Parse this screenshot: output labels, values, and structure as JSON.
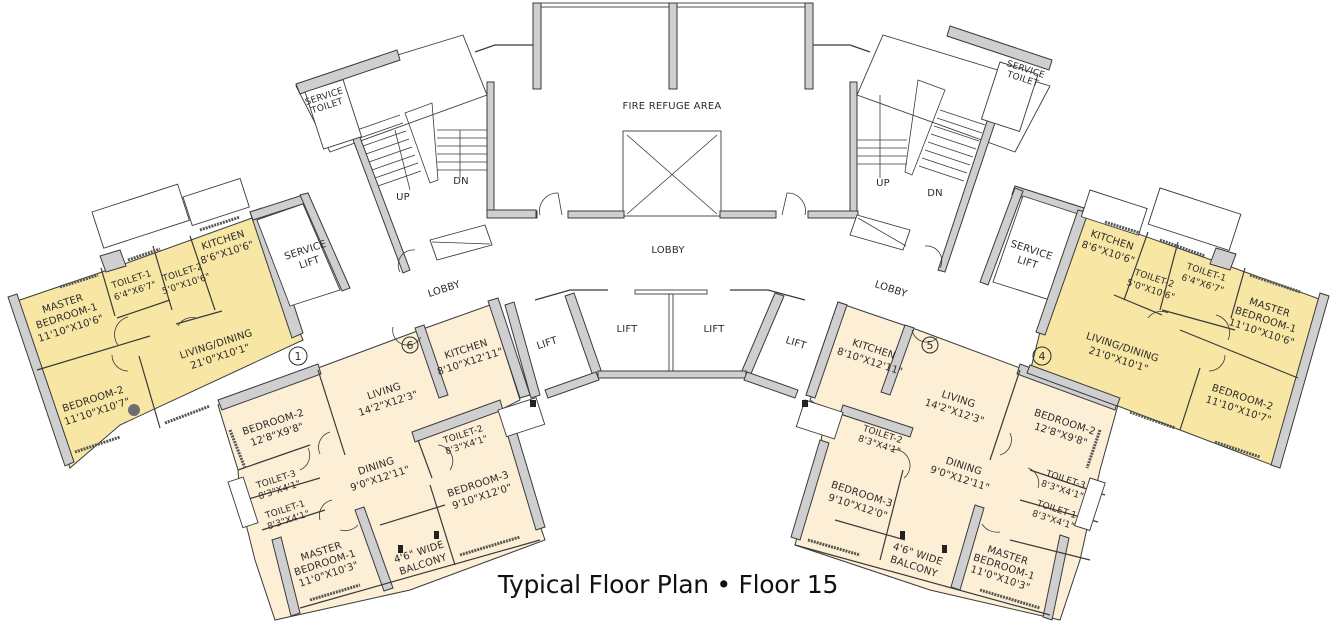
{
  "caption": "Typical Floor Plan • Floor 15",
  "colors": {
    "unit_yellow": "#F8E7A4",
    "unit_cream": "#FDEFD6",
    "wall_gray": "#CFCFD0",
    "line_dark": "#3A3A3A",
    "background": "#FFFFFF"
  },
  "common_areas": {
    "fire_refuge": "FIRE REFUGE AREA",
    "lobby": "LOBBY",
    "service_lift": [
      "SERVICE",
      "LIFT"
    ],
    "service_toilet": [
      "SERVICE",
      "TOILET"
    ],
    "lift": "LIFT",
    "stair_up": "UP",
    "stair_down": "DN"
  },
  "units": [
    {
      "number": "1",
      "color": "yellow",
      "rooms": [
        {
          "name": "MASTER",
          "name2": "BEDROOM-1",
          "size": "11'10\"X10'6\""
        },
        {
          "name": "BEDROOM-2",
          "size": "11'10\"X10'7\""
        },
        {
          "name": "TOILET-1",
          "size": "6'4\"X6'7\""
        },
        {
          "name": "TOILET-2",
          "size": "5'0\"X10'6\""
        },
        {
          "name": "KITCHEN",
          "size": "8'6\"X10'6\""
        },
        {
          "name": "LIVING/DINING",
          "size": "21'0\"X10'1\""
        }
      ]
    },
    {
      "number": "6",
      "color": "cream",
      "rooms": [
        {
          "name": "KITCHEN",
          "size": "8'10\"X12'11\""
        },
        {
          "name": "LIVING",
          "size": "14'2\"X12'3\""
        },
        {
          "name": "BEDROOM-2",
          "size": "12'8\"X9'8\""
        },
        {
          "name": "DINING",
          "size": "9'0\"X12'11\""
        },
        {
          "name": "TOILET-2",
          "size": "8'3\"X4'1\""
        },
        {
          "name": "TOILET-3",
          "size": "8'3\"X4'1\""
        },
        {
          "name": "TOILET-1",
          "size": "8'3\"X4'1\""
        },
        {
          "name": "BEDROOM-3",
          "size": "9'10\"X12'0\""
        },
        {
          "name": "MASTER",
          "name2": "BEDROOM-1",
          "size": "11'0\"X10'3\""
        },
        {
          "name": "4'6\" WIDE",
          "name2": "BALCONY",
          "size": ""
        }
      ]
    },
    {
      "number": "5",
      "color": "cream",
      "rooms": [
        {
          "name": "KITCHEN",
          "size": "8'10\"X12'11\""
        },
        {
          "name": "LIVING",
          "size": "14'2\"X12'3\""
        },
        {
          "name": "BEDROOM-2",
          "size": "12'8\"X9'8\""
        },
        {
          "name": "DINING",
          "size": "9'0\"X12'11\""
        },
        {
          "name": "TOILET-2",
          "size": "8'3\"X4'1\""
        },
        {
          "name": "TOILET-3",
          "size": "8'3\"X4'1\""
        },
        {
          "name": "TOILET-1",
          "size": "8'3\"X4'1\""
        },
        {
          "name": "BEDROOM-3",
          "size": "9'10\"X12'0\""
        },
        {
          "name": "MASTER",
          "name2": "BEDROOM-1",
          "size": "11'0\"X10'3\""
        },
        {
          "name": "4'6\" WIDE",
          "name2": "BALCONY",
          "size": ""
        }
      ]
    },
    {
      "number": "4",
      "color": "yellow",
      "rooms": [
        {
          "name": "KITCHEN",
          "size": "8'6\"X10'6\""
        },
        {
          "name": "TOILET-2",
          "size": "5'0\"X10'6\""
        },
        {
          "name": "TOILET-1",
          "size": "6'4\"X6'7\""
        },
        {
          "name": "MASTER",
          "name2": "BEDROOM-1",
          "size": "11'10\"X10'6\""
        },
        {
          "name": "LIVING/DINING",
          "size": "21'0\"X10'1\""
        },
        {
          "name": "BEDROOM-2",
          "size": "11'10\"X10'7\""
        }
      ]
    }
  ]
}
